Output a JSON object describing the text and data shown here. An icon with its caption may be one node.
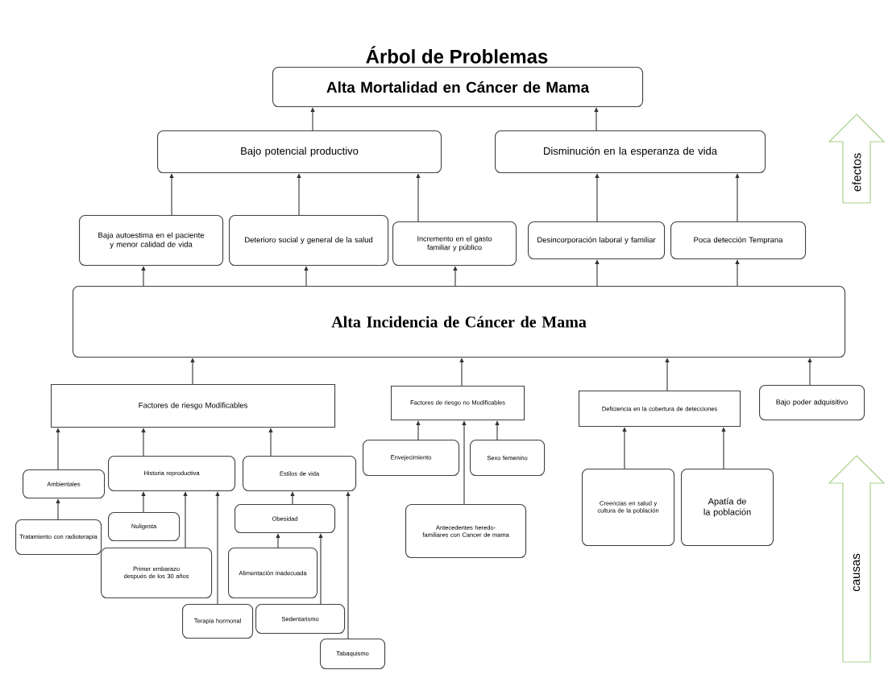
{
  "diagram": {
    "title": "Árbol de Problemas",
    "nodes": [
      {
        "text": [
          "Alta Mortalidad en Cáncer de Mama"
        ]
      },
      {
        "text": [
          "Bajo potencial productivo"
        ]
      },
      {
        "text": [
          "Disminución en la esperanza de vida"
        ]
      },
      {
        "text": [
          "Baja autoestima en el paciente y menor calidad de vida"
        ]
      },
      {
        "text": [
          "Deterioro social y general de la salud"
        ]
      },
      {
        "text": [
          "Incremento en el gasto familiar y público"
        ]
      },
      {
        "text": [
          "Desincorporación laboral y familiar"
        ]
      },
      {
        "text": [
          "Poca detección Temprana"
        ]
      },
      {
        "text": [
          "Alta Incidencia de Cáncer de Mama"
        ]
      },
      {
        "text": [
          "Factores de riesgo Modificables"
        ]
      },
      {
        "text": [
          "Factores de riesgo no Modificables"
        ]
      },
      {
        "text": [
          "Deficiencia en la cobertura de detecciones"
        ]
      },
      {
        "text": [
          "Bajo poder adquisitivo"
        ]
      },
      {
        "text": [
          "Ambientales"
        ]
      },
      {
        "text": [
          "Historia reproductiva"
        ]
      },
      {
        "text": [
          "Estilos de vida"
        ]
      },
      {
        "text": [
          "Tratamiento con radioterapia"
        ]
      },
      {
        "text": [
          "Nuligesta"
        ]
      },
      {
        "text": [
          "Obesidad"
        ]
      },
      {
        "text": [
          "Primer embarazo después de los 30 años"
        ]
      },
      {
        "text": [
          "Alimentación inadecuada"
        ]
      },
      {
        "text": [
          "Terapia hormonal"
        ]
      },
      {
        "text": [
          "Sedentarismo"
        ]
      },
      {
        "text": [
          "Tabaquismo"
        ]
      },
      {
        "text": [
          "Envejecimiento"
        ]
      },
      {
        "text": [
          "Sexo femenino"
        ]
      },
      {
        "text": [
          "Antecedentes heredo-familiares con Cancer de mama"
        ]
      },
      {
        "text": [
          "Creencias en salud y cultura de la población"
        ]
      },
      {
        "text": [
          "Apatía de la población"
        ]
      }
    ],
    "edges": [
      {
        "from": 1,
        "to": 0,
        "arrow": "to"
      },
      {
        "from": 2,
        "to": 0,
        "arrow": "to"
      },
      {
        "from": 3,
        "to": 1,
        "arrow": "to"
      },
      {
        "from": 4,
        "to": 1,
        "arrow": "to"
      },
      {
        "from": 5,
        "to": 1,
        "arrow": "to"
      },
      {
        "from": 6,
        "to": 2,
        "arrow": "to"
      },
      {
        "from": 7,
        "to": 2,
        "arrow": "to"
      },
      {
        "from": 8,
        "to": 3,
        "arrow": "to"
      },
      {
        "from": 8,
        "to": 4,
        "arrow": "to"
      },
      {
        "from": 8,
        "to": 5,
        "arrow": "to"
      },
      {
        "from": 8,
        "to": 6,
        "arrow": "to"
      },
      {
        "from": 8,
        "to": 7,
        "arrow": "to"
      },
      {
        "from": 9,
        "to": 8,
        "arrow": "to"
      },
      {
        "from": 10,
        "to": 8,
        "arrow": "to"
      },
      {
        "from": 11,
        "to": 8,
        "arrow": "to"
      },
      {
        "from": 12,
        "to": 8,
        "arrow": "to"
      },
      {
        "from": 13,
        "to": 9,
        "arrow": "to"
      },
      {
        "from": 14,
        "to": 9,
        "arrow": "to"
      },
      {
        "from": 15,
        "to": 9,
        "arrow": "to"
      },
      {
        "from": 16,
        "to": 13,
        "arrow": "to"
      },
      {
        "from": 17,
        "to": 14,
        "arrow": "to"
      },
      {
        "from": 19,
        "to": 14,
        "arrow": "to"
      },
      {
        "from": 21,
        "to": 14,
        "arrow": "to"
      },
      {
        "from": 18,
        "to": 15,
        "arrow": "to"
      },
      {
        "from": 23,
        "to": 15,
        "arrow": "to"
      },
      {
        "from": 20,
        "to": 18,
        "arrow": "to"
      },
      {
        "from": 22,
        "to": 18,
        "arrow": "to"
      },
      {
        "from": 24,
        "to": 10,
        "arrow": "to"
      },
      {
        "from": 26,
        "to": 10,
        "arrow": "to"
      },
      {
        "from": 25,
        "to": 10,
        "arrow": "to"
      },
      {
        "from": 27,
        "to": 11,
        "arrow": "to"
      },
      {
        "from": 28,
        "to": 11,
        "arrow": "to"
      }
    ],
    "labels": [
      "efectos",
      "causas"
    ]
  }
}
